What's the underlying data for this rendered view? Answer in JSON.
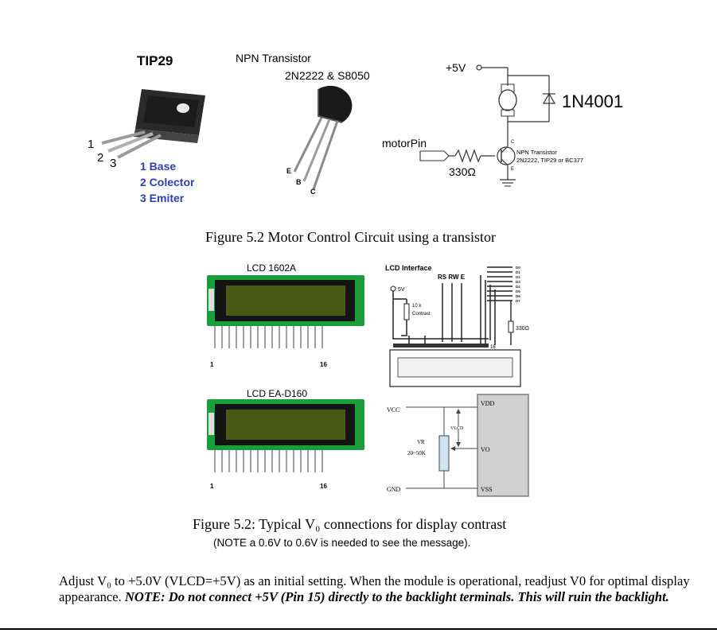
{
  "figure1": {
    "tip29": {
      "title": "TIP29",
      "pins": [
        "1",
        "2",
        "3"
      ],
      "legend": [
        "1 Base",
        "2 Colector",
        "3 Emiter"
      ]
    },
    "npn": {
      "title": "NPN Transistor",
      "models": "2N2222 & S8050",
      "leads": [
        "E",
        "B",
        "C"
      ]
    },
    "circuit": {
      "supply": "+5V",
      "diode": "1N4001",
      "input": "motorPin",
      "resistor": "330Ω",
      "transistor_line1": "NPN Transistor",
      "transistor_line2": "2N2222, TIP29 or BC377",
      "terminals": [
        "C",
        "E"
      ]
    },
    "caption": "Figure 5.2 Motor Control Circuit using a transistor"
  },
  "figure2": {
    "lcd1": {
      "title": "LCD 1602A",
      "pin_first": "1",
      "pin_last": "16"
    },
    "lcd2": {
      "title": "LCD EA-D160",
      "pin_first": "1",
      "pin_last": "16"
    },
    "interface": {
      "title": "LCD Interface",
      "signals": "RS RW E",
      "supply": "5V",
      "pot_value": "10 k",
      "pot_label": "Contrast",
      "resistor": "330Ω",
      "pin16": "16",
      "data_pins": [
        "D0",
        "D1",
        "D2",
        "D3",
        "D4",
        "D5",
        "D6",
        "D7"
      ]
    },
    "contrast": {
      "vcc": "VCC",
      "gnd": "GND",
      "vr": "VR",
      "vr_range": "20~50K",
      "vlcd": "VLCD",
      "vdd": "VDD",
      "vo": "VO",
      "vss": "VSS"
    },
    "caption": "Figure 5.2: Typical V₀ connections for display contrast",
    "note": "(NOTE a 0.6V to 0.6V is needed to see the message)."
  },
  "paragraph": {
    "text": "Adjust V₀ to +5.0V (VLCD=+5V) as an initial setting. When the module is operational, readjust V0 for optimal display appearance. ",
    "warning": "NOTE: Do not connect +5V (Pin 15) directly to the backlight terminals. This will ruin the backlight."
  },
  "colors": {
    "pcb_green": "#1a9e3a",
    "lcd_dark": "#141414",
    "lcd_screen": "#4a5a16",
    "legend_blue": "#2b3fb5"
  }
}
